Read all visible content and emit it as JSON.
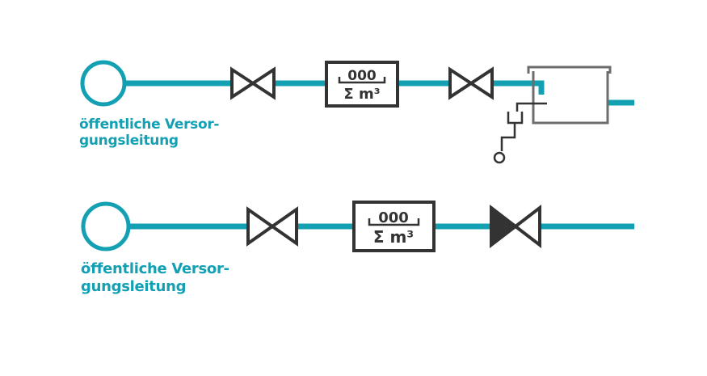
{
  "colors": {
    "pipe": "#13a0b3",
    "symbol": "#333333",
    "tank": "#6d6d6d"
  },
  "diagrams": [
    {
      "label_line1": "öffentliche Versor-",
      "label_line2": "gungsleitung",
      "meter": {
        "digits": "000",
        "unit": "Σ m³"
      },
      "components": [
        "connection-circle",
        "gate-valve",
        "water-meter",
        "gate-valve",
        "break-tank-with-float-valve"
      ]
    },
    {
      "label_line1": "öffentliche Versor-",
      "label_line2": "gungsleitung",
      "meter": {
        "digits": "000",
        "unit": "Σ m³"
      },
      "components": [
        "connection-circle",
        "gate-valve",
        "water-meter",
        "check-valve"
      ]
    }
  ]
}
